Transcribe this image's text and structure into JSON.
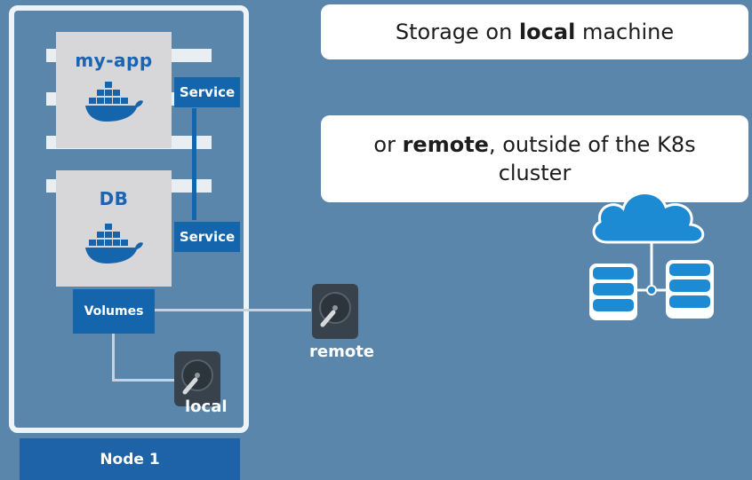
{
  "node": {
    "label": "Node 1"
  },
  "pods": [
    {
      "title": "my-app",
      "service_label": "Service"
    },
    {
      "title": "DB",
      "service_label": "Service"
    }
  ],
  "volumes": {
    "label": "Volumes"
  },
  "storage": {
    "local_label": "local",
    "remote_label": "remote"
  },
  "callouts": {
    "local": {
      "pre": "Storage on ",
      "bold": "local",
      "post": " machine"
    },
    "remote": {
      "pre": "or ",
      "bold": "remote",
      "post": ", outside of the K8s cluster"
    }
  },
  "colors": {
    "background": "#5b86ab",
    "accent": "#1565ad",
    "pod": "#d7d6d8",
    "frame": "#eef3f8"
  },
  "icons": [
    "docker-whale-icon",
    "hard-drive-icon",
    "cloud-icon",
    "database-icon"
  ]
}
